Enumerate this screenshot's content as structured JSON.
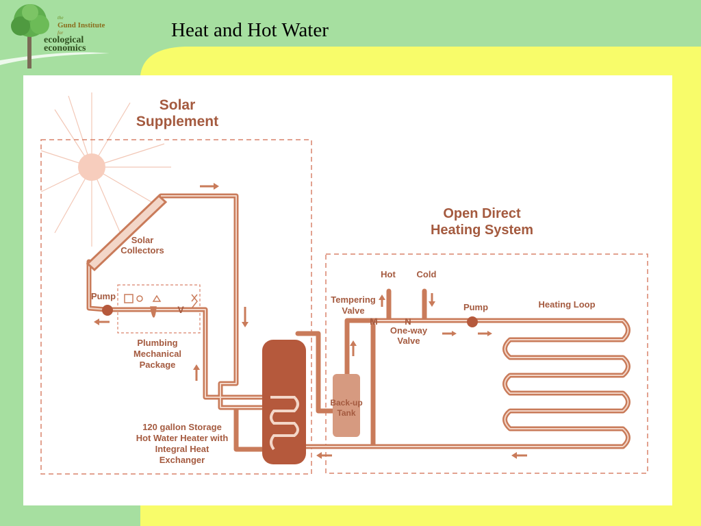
{
  "slide": {
    "title": "Heat and Hot Water"
  },
  "logo": {
    "line_the": "the",
    "line_gund": "Gund Institute",
    "line_for": "for",
    "line_ecological": "ecological",
    "line_economics": "economics"
  },
  "diagram": {
    "solar_section_title_1": "Solar",
    "solar_section_title_2": "Supplement",
    "open_section_title_1": "Open Direct",
    "open_section_title_2": "Heating System",
    "solar_collectors_1": "Solar",
    "solar_collectors_2": "Collectors",
    "pump_left": "Pump",
    "plumbing_1": "Plumbing",
    "plumbing_2": "Mechanical",
    "plumbing_3": "Package",
    "storage_1": "120 gallon Storage",
    "storage_2": "Hot Water Heater with",
    "storage_3": "Integral Heat",
    "storage_4": "Exchanger",
    "tempering_1": "Tempering",
    "tempering_2": "Valve",
    "hot": "Hot",
    "cold": "Cold",
    "pump_right": "Pump",
    "heating_loop": "Heating Loop",
    "oneway_1": "One-way",
    "oneway_2": "Valve",
    "backup_1": "Back-up",
    "backup_2": "Tank",
    "valve_m": "M",
    "valve_n": "N",
    "valve_v": "V"
  },
  "colors": {
    "background_green": "#a6dfa0",
    "accent_yellow": "#f8fc6a",
    "pipe": "#c97b5a",
    "pipe_light": "#f3d6c8",
    "label": "#a45a3f",
    "tank_dark": "#b5593c"
  }
}
